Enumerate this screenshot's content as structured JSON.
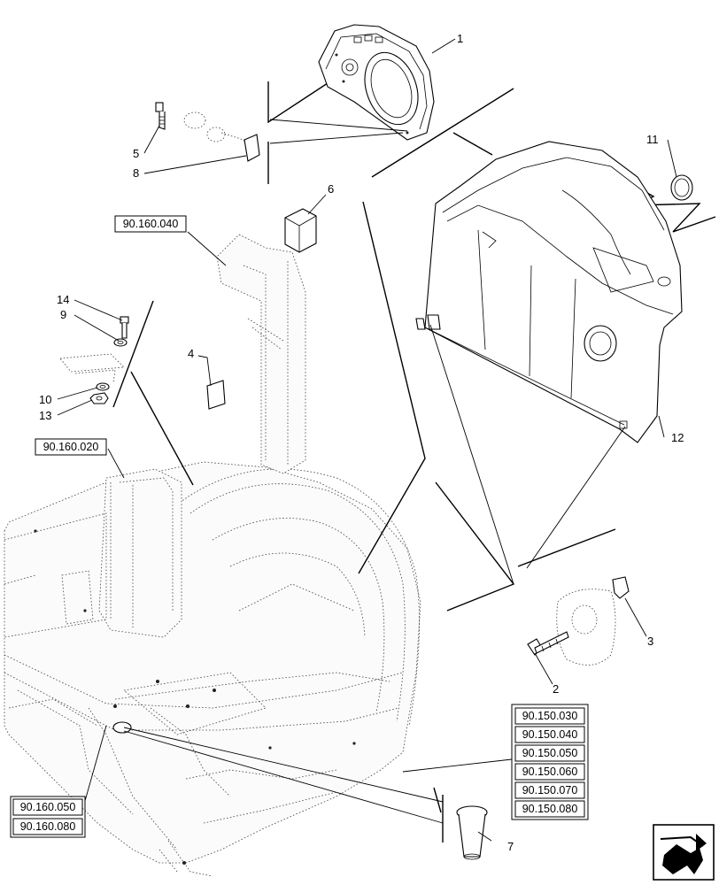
{
  "callouts": {
    "c1": "1",
    "c2": "2",
    "c3": "3",
    "c4": "4",
    "c5": "5",
    "c6": "6",
    "c7": "7",
    "c8": "8",
    "c9": "9",
    "c10": "10",
    "c11": "11",
    "c12": "12",
    "c13": "13",
    "c14": "14"
  },
  "references": {
    "ref_040": "90.160.040",
    "ref_020": "90.160.020",
    "ref_050": "90.160.050",
    "ref_080": "90.160.080",
    "group_150": [
      "90.150.030",
      "90.150.040",
      "90.150.050",
      "90.150.060",
      "90.150.070",
      "90.150.080"
    ]
  },
  "icons": {
    "navigation": "next-page-arrow-icon"
  }
}
